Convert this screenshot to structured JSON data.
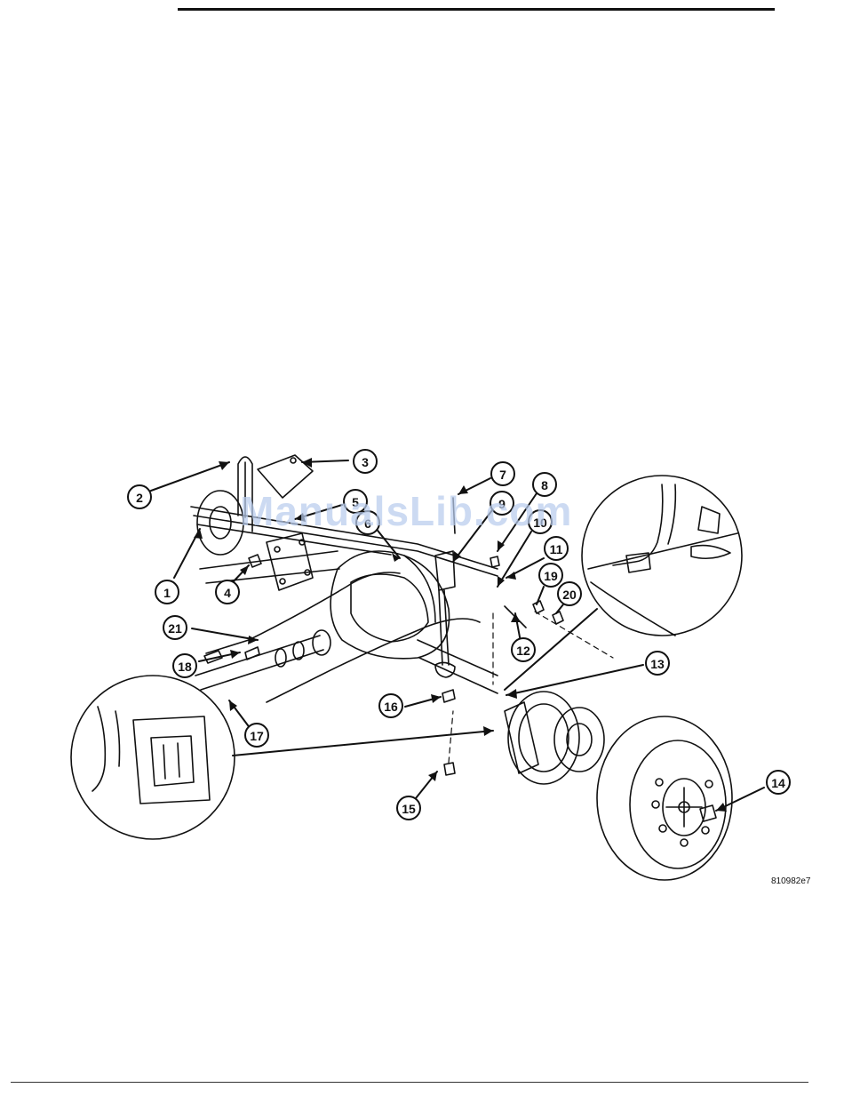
{
  "figure": {
    "code": "810982e7",
    "watermark": "ManualsLib.com"
  },
  "callouts": [
    {
      "label": "1"
    },
    {
      "label": "2"
    },
    {
      "label": "3"
    },
    {
      "label": "4"
    },
    {
      "label": "5"
    },
    {
      "label": "6"
    },
    {
      "label": "7"
    },
    {
      "label": "8"
    },
    {
      "label": "9"
    },
    {
      "label": "10"
    },
    {
      "label": "11"
    },
    {
      "label": "12"
    },
    {
      "label": "13"
    },
    {
      "label": "14"
    },
    {
      "label": "15"
    },
    {
      "label": "16"
    },
    {
      "label": "17"
    },
    {
      "label": "18"
    },
    {
      "label": "19"
    },
    {
      "label": "20"
    },
    {
      "label": "21"
    }
  ],
  "colors": {
    "line": "#111111",
    "watermark": "#b9cdee"
  }
}
